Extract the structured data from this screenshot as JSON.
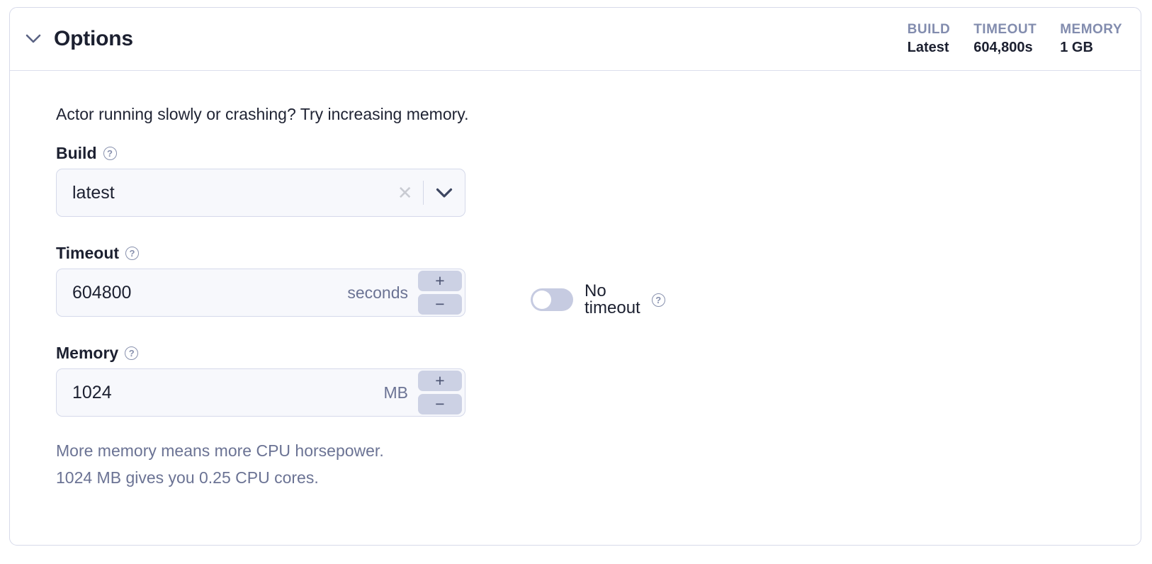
{
  "panel": {
    "title": "Options",
    "collapse_icon": "chevron-down-icon"
  },
  "header_stats": [
    {
      "label": "BUILD",
      "value": "Latest"
    },
    {
      "label": "TIMEOUT",
      "value": "604,800s"
    },
    {
      "label": "MEMORY",
      "value": "1 GB"
    }
  ],
  "body": {
    "intro": "Actor running slowly or crashing? Try increasing memory."
  },
  "fields": {
    "build": {
      "label": "Build",
      "help_icon": "help-circle-icon",
      "value": "latest",
      "clear_icon": "close-icon",
      "dropdown_icon": "chevron-down-icon"
    },
    "timeout": {
      "label": "Timeout",
      "help_icon": "help-circle-icon",
      "value": "604800",
      "unit": "seconds",
      "increment_label": "+",
      "decrement_label": "−"
    },
    "memory": {
      "label": "Memory",
      "help_icon": "help-circle-icon",
      "value": "1024",
      "unit": "MB",
      "increment_label": "+",
      "decrement_label": "−"
    }
  },
  "no_timeout": {
    "label": "No timeout",
    "help_icon": "help-circle-icon",
    "enabled": false
  },
  "helper": {
    "line1": "More memory means more CPU horsepower.",
    "line2": "1024 MB gives you 0.25 CPU cores."
  },
  "help_glyph": "?",
  "colors": {
    "card_border": "#d7daea",
    "input_bg": "#f7f8fc",
    "input_border": "#d5d9ea",
    "text_primary": "#1c2030",
    "text_muted": "#6b7394",
    "stat_label": "#828cae",
    "stepper_bg": "#ccd1e4",
    "toggle_off_bg": "#c6cbe1"
  }
}
